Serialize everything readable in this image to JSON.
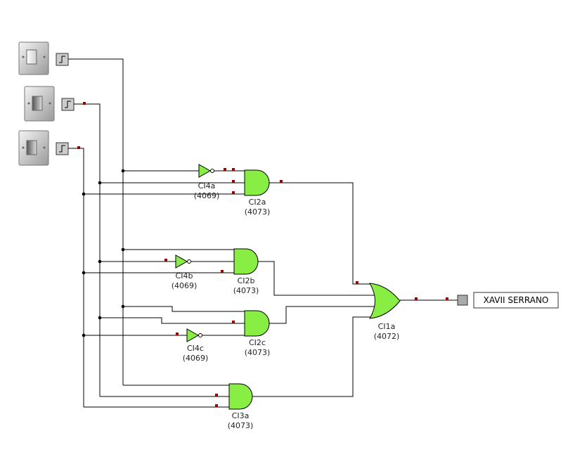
{
  "colors": {
    "wire": "#000000",
    "gate_fill": "#88ee44",
    "pin": "#990000",
    "probe_fill": "#aaaaaa"
  },
  "switches": [
    {
      "icon": "toggle-switch-icon",
      "state": "on"
    },
    {
      "icon": "toggle-switch-icon",
      "state": "off"
    },
    {
      "icon": "toggle-switch-icon",
      "state": "off"
    }
  ],
  "gates": {
    "CI4a": {
      "name": "CI4a",
      "part": "(4069)"
    },
    "CI4b": {
      "name": "CI4b",
      "part": "(4069)"
    },
    "CI4c": {
      "name": "CI4c",
      "part": "(4069)"
    },
    "CI2a": {
      "name": "CI2a",
      "part": "(4073)"
    },
    "CI2b": {
      "name": "CI2b",
      "part": "(4073)"
    },
    "CI2c": {
      "name": "CI2c",
      "part": "(4073)"
    },
    "CI3a": {
      "name": "CI3a",
      "part": "(4073)"
    },
    "CI1a": {
      "name": "CI1a",
      "part": "(4072)"
    }
  },
  "output": {
    "label": "XAVII SERRANO"
  }
}
